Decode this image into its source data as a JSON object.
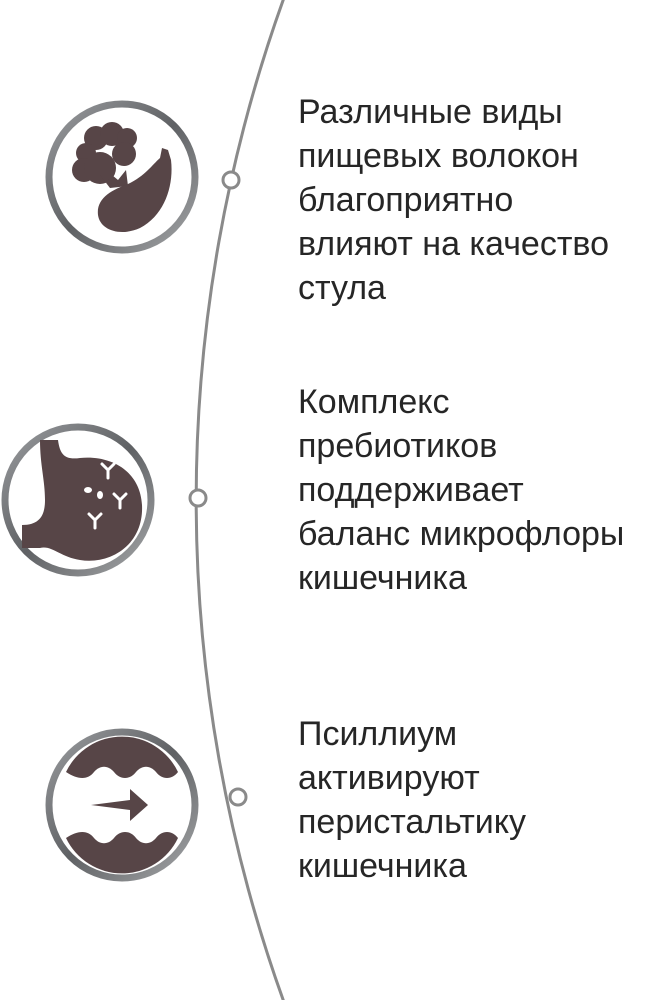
{
  "colors": {
    "icon_fill": "#574547",
    "ring": "#7d7f82",
    "timeline": "#8a8a8a",
    "text": "#262626"
  },
  "items": [
    {
      "icon": "broccoli-eggplant-icon",
      "lines": [
        "Различные виды",
        "пищевых волокон",
        "благоприятно",
        "влияют на качество",
        "стула"
      ]
    },
    {
      "icon": "stomach-bacteria-icon",
      "lines": [
        "Комплекс",
        "пребиотиков",
        "поддерживает",
        "баланс микрофлоры",
        "кишечника"
      ]
    },
    {
      "icon": "peristalsis-arrow-icon",
      "lines": [
        "Псиллиум",
        "активируют",
        "перистальтику",
        "кишечника"
      ]
    }
  ]
}
